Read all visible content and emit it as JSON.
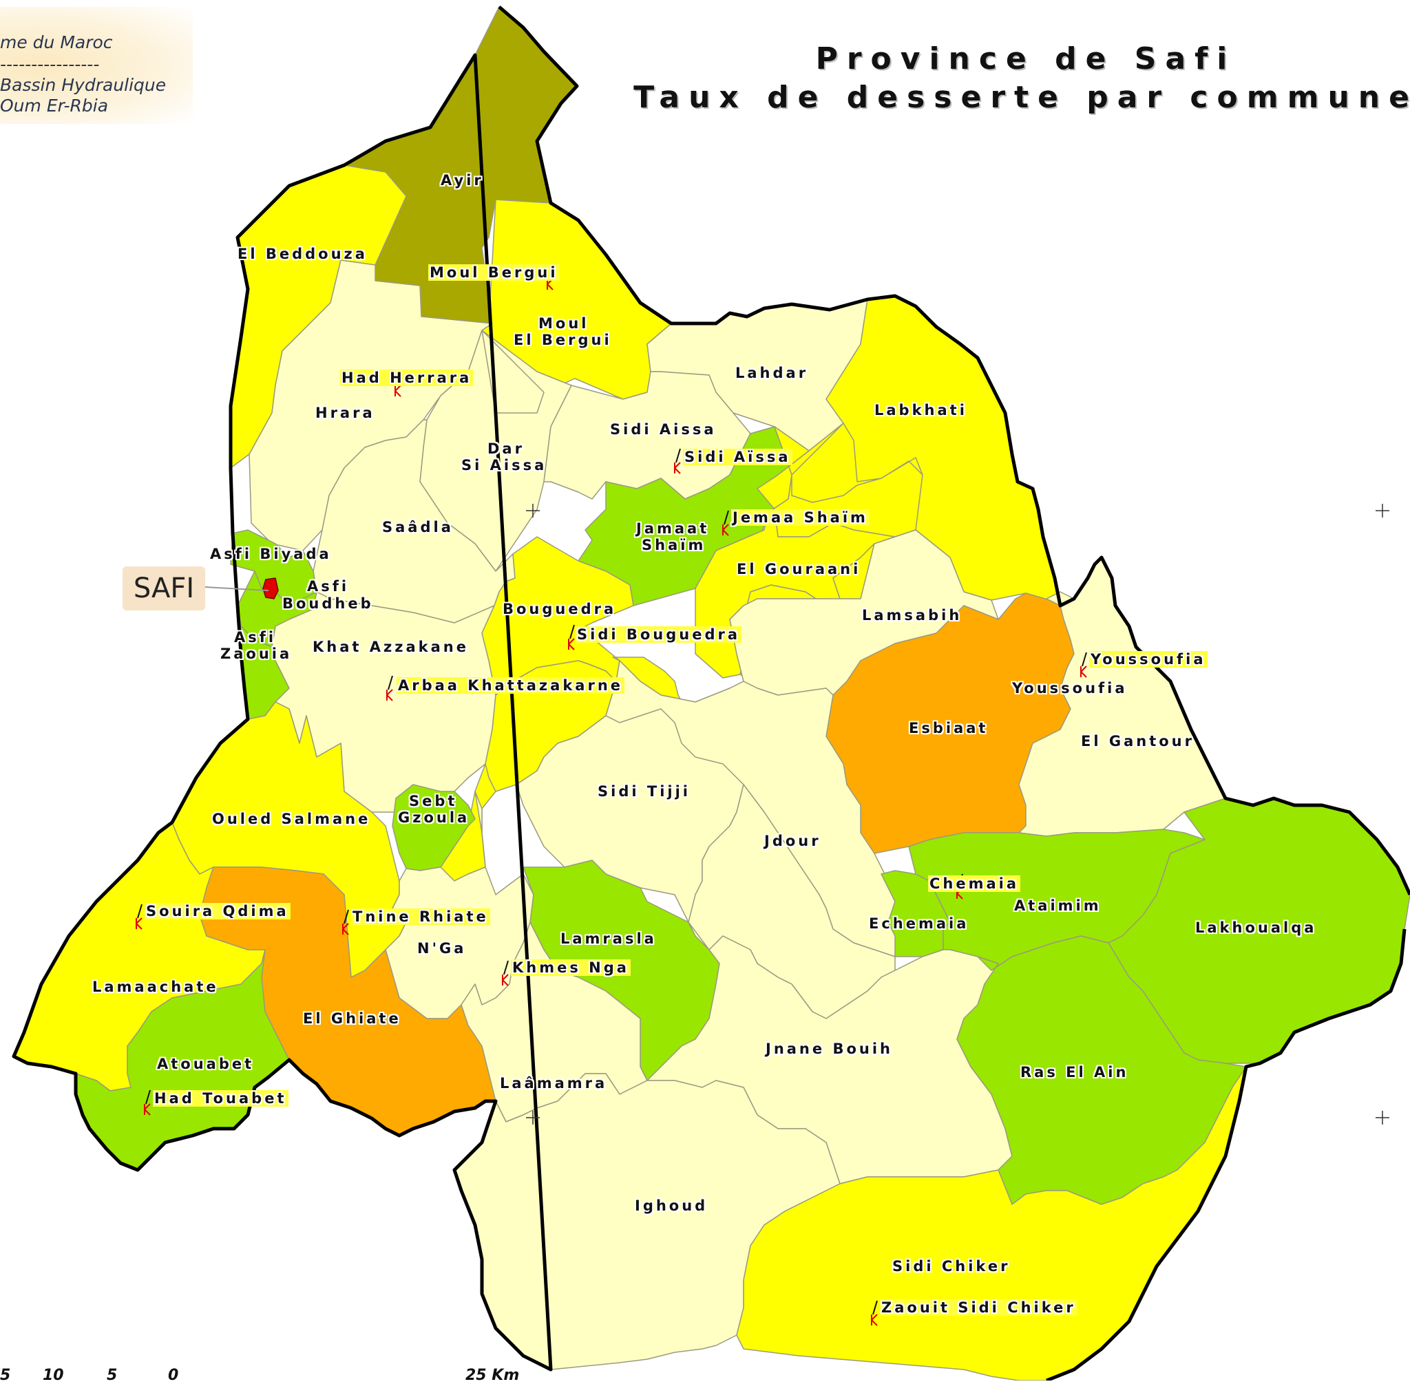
{
  "header": {
    "org_lines": [
      "me du Maroc",
      "----------------",
      "Bassin Hydraulique",
      "Oum Er-Rbia"
    ],
    "title_lines": [
      "Province de Safi",
      "Taux de desserte par commune"
    ]
  },
  "colors": {
    "olive": "#a8a800",
    "yellow": "#ffff00",
    "cream": "#ffffc4",
    "green": "#99e600",
    "orange": "#ffaa00",
    "safi_red": "#e00000",
    "highlight": "#ffff40"
  },
  "city_callout": "SAFI",
  "communes": [
    {
      "lines": [
        "Ayir"
      ]
    },
    {
      "lines": [
        "El Beddouza"
      ]
    },
    {
      "lines": [
        "Moul",
        "El Bergui"
      ]
    },
    {
      "lines": [
        "Lahdar"
      ]
    },
    {
      "lines": [
        "Labkhati"
      ]
    },
    {
      "lines": [
        "Hrara"
      ]
    },
    {
      "lines": [
        "Dar",
        "Si Aissa"
      ]
    },
    {
      "lines": [
        "Sidi Aissa"
      ]
    },
    {
      "lines": [
        "Saâdla"
      ]
    },
    {
      "lines": [
        "Jamaat",
        "Shaïm"
      ]
    },
    {
      "lines": [
        "El Gouraani"
      ]
    },
    {
      "lines": [
        "Asfi Biyada"
      ]
    },
    {
      "lines": [
        "Asfi",
        "Boudheb"
      ]
    },
    {
      "lines": [
        "Asfi",
        "Zaouia"
      ]
    },
    {
      "lines": [
        "Bouguedra"
      ]
    },
    {
      "lines": [
        "Lamsabih"
      ]
    },
    {
      "lines": [
        "Khat Azzakane"
      ]
    },
    {
      "lines": [
        "Youssoufia"
      ]
    },
    {
      "lines": [
        "Esbiaat"
      ]
    },
    {
      "lines": [
        "El Gantour"
      ]
    },
    {
      "lines": [
        "Sidi Tijji"
      ]
    },
    {
      "lines": [
        "Ouled Salmane"
      ]
    },
    {
      "lines": [
        "Sebt",
        "Gzoula"
      ]
    },
    {
      "lines": [
        "Jdour"
      ]
    },
    {
      "lines": [
        "Ataimim"
      ]
    },
    {
      "lines": [
        "Echemaia"
      ]
    },
    {
      "lines": [
        "Lakhoualqa"
      ]
    },
    {
      "lines": [
        "N'Ga"
      ]
    },
    {
      "lines": [
        "Lamrasla"
      ]
    },
    {
      "lines": [
        "Lamaachate"
      ]
    },
    {
      "lines": [
        "El Ghiate"
      ]
    },
    {
      "lines": [
        "Atouabet"
      ]
    },
    {
      "lines": [
        "Jnane Bouih"
      ]
    },
    {
      "lines": [
        "Ras El Ain"
      ]
    },
    {
      "lines": [
        "Laâmamra"
      ]
    },
    {
      "lines": [
        "Ighoud"
      ]
    },
    {
      "lines": [
        "Sidi Chiker"
      ]
    }
  ],
  "centres": [
    "Moul Bergui",
    "Had Herrara",
    "Sidi Aïssa",
    "Jemaa Shaïm",
    "Sidi Bouguedra",
    "Arbaa Khattazakarne",
    "Youssoufia",
    "Chemaia",
    "Souira Qdima",
    "Tnine Rhiate",
    "Khmes Nga",
    "Had Touabet",
    "Zaouit Sidi Chiker"
  ],
  "scale_bar": [
    "5",
    "10",
    "5",
    "0",
    "25 Km"
  ]
}
